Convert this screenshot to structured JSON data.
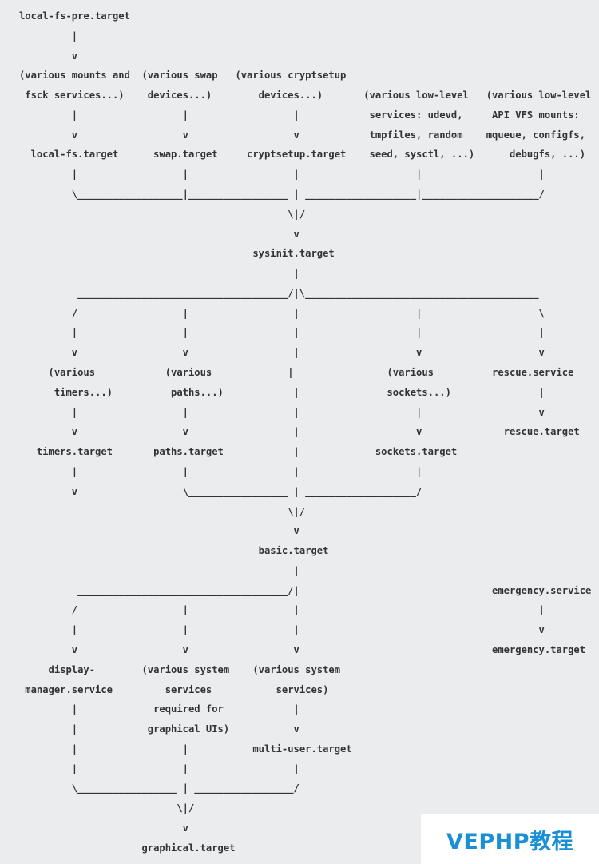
{
  "diagram": {
    "lines": [
      "local-fs-pre.target",
      "         |",
      "         v",
      "(various mounts and  (various swap   (various cryptsetup",
      " fsck services...)    devices...)        devices...)       (various low-level   (various low-level",
      "         |                  |                  |            services: udevd,     API VFS mounts:",
      "         v                  v                  v            tmpfiles, random    mqueue, configfs,",
      "  local-fs.target      swap.target     cryptsetup.target    seed, sysctl, ...)      debugfs, ...)",
      "         |                  |                  |                    |                    |",
      "         \\__________________|_________________ | ___________________|____________________/",
      "                                              \\|/",
      "                                               v",
      "                                        sysinit.target",
      "                                               |",
      "          ____________________________________/|\\________________________________________",
      "         /                  |                  |                    |                    \\",
      "         |                  |                  |                    |                    |",
      "         v                  v                  |                    v                    v",
      "     (various            (various             |                (various          rescue.service",
      "      timers...)          paths...)            |               sockets...)               |",
      "         |                  |                  |                    |                    v",
      "         v                  v                  |                    v              rescue.target",
      "   timers.target       paths.target            |             sockets.target",
      "         |                  |                  |                    |",
      "         v                  \\_________________ | ___________________/",
      "                                              \\|/",
      "                                               v",
      "                                         basic.target",
      "                                               |",
      "          ____________________________________/|                                 emergency.service",
      "         /                  |                  |                                         |",
      "         |                  |                  |                                         v",
      "         v                  v                  v                                 emergency.target",
      "     display-        (various system    (various system",
      " manager.service         services           services)",
      "         |             required for            |",
      "         |            graphical UIs)           v",
      "         |                  |           multi-user.target",
      "         |                  |                  |",
      "         \\_________________ | _________________/",
      "                           \\|/",
      "                            v",
      "                     graphical.target"
    ]
  },
  "watermark": {
    "text": "VEPHP教程",
    "color": "#1a8fd6"
  }
}
